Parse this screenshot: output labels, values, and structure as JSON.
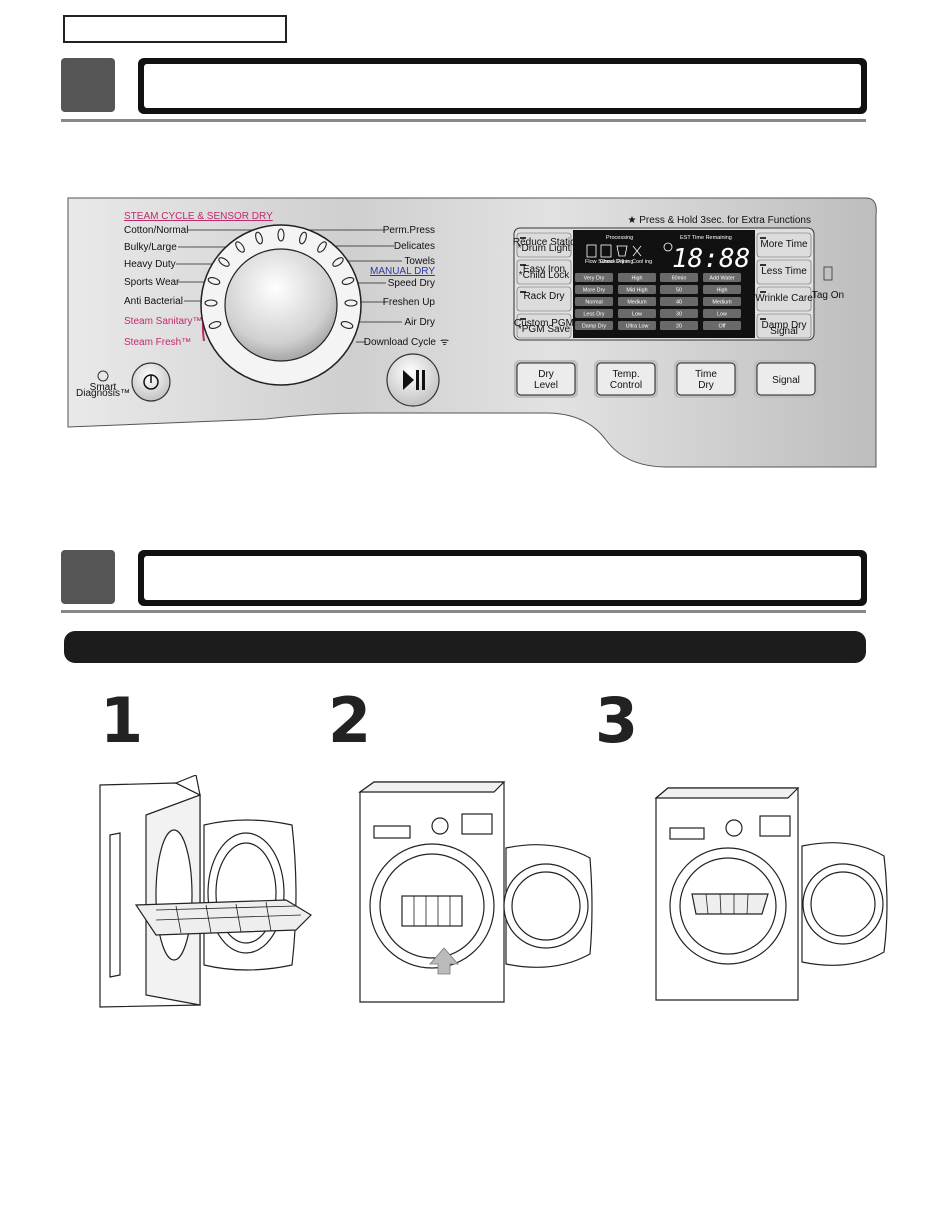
{
  "panel": {
    "cycles_header": "STEAM CYCLE & SENSOR DRY",
    "left_cycles": [
      "Cotton/Normal",
      "Bulky/Large",
      "Heavy Duty",
      "Sports Wear",
      "Anti Bacterial"
    ],
    "steam_sanitary": "Steam Sanitary™",
    "steam_fresh": "Steam Fresh™",
    "right_cycles": [
      "Perm.Press",
      "Delicates",
      "Towels"
    ],
    "manual_dry_header": "MANUAL DRY",
    "manual_cycles": [
      "Speed Dry",
      "Freshen Up",
      "Air Dry"
    ],
    "download_cycle": "Download Cycle",
    "smart_diagnosis": [
      "Smart",
      "Diagnosis™"
    ],
    "press_hold_note": "★ Press & Hold 3sec. for Extra Functions",
    "tag_on": "Tag On",
    "left_keys": [
      {
        "label": "Reduce Static",
        "sub": "*Drum Light"
      },
      {
        "label": "Easy Iron",
        "sub": "*Child Lock"
      },
      {
        "label": "Rack Dry",
        "sub": ""
      },
      {
        "label": "Custom PGM",
        "sub": "*PGM Save"
      }
    ],
    "right_keys": [
      {
        "label": "More Time",
        "sub": ""
      },
      {
        "label": "Less Time",
        "sub": ""
      },
      {
        "label": "Wrinkle Care",
        "sub": ""
      },
      {
        "label": "Damp Dry",
        "sub": "Signal"
      }
    ],
    "display": {
      "processing": "Processing",
      "est_time": "EST Time Remaining",
      "digits": "18:88",
      "status_icons": [
        "Flow Sense",
        "Check Filter",
        "Dry ing",
        "Cool ing"
      ],
      "grid": [
        [
          "Very Dry",
          "High",
          "60min",
          "Add Water"
        ],
        [
          "More Dry",
          "Mid High",
          "50",
          "High"
        ],
        [
          "Normal",
          "Medium",
          "40",
          "Medium"
        ],
        [
          "Less Dry",
          "Low",
          "30",
          "Low"
        ],
        [
          "Damp Dry",
          "Ultra Low",
          "20",
          "Off"
        ]
      ]
    },
    "bottom_buttons": [
      [
        "Dry",
        "Level"
      ],
      [
        "Temp.",
        "Control"
      ],
      [
        "Time",
        "Dry"
      ],
      [
        "Signal"
      ]
    ]
  },
  "steps": [
    "1",
    "2",
    "3"
  ],
  "colors": {
    "accent_pink": "#c02a6c",
    "manual_blue": "#2b3aa8",
    "display_black": "#111111",
    "add_water_red": "#e0304a"
  }
}
